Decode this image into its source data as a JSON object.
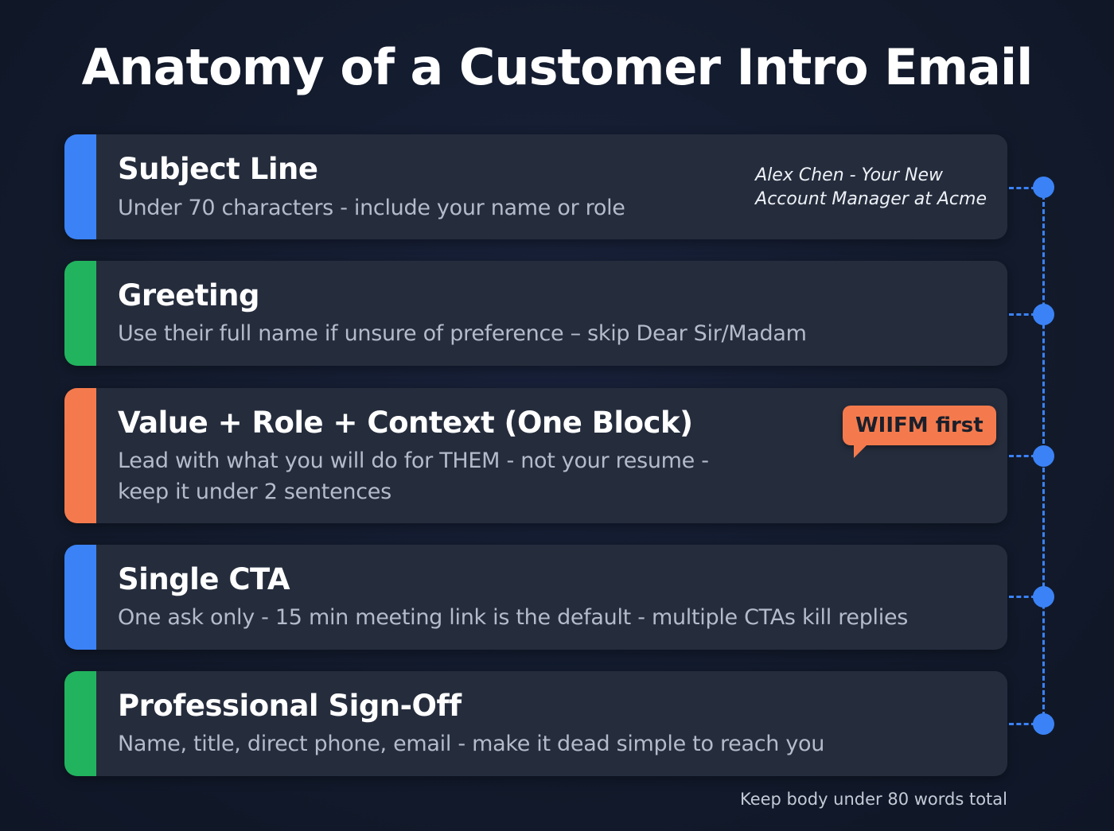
{
  "title": "Anatomy of a Customer Intro Email",
  "colors": {
    "blue": "#3b82f6",
    "green": "#22b35e",
    "orange": "#f47a4d",
    "card": "#252d3d",
    "background": "#121a2b"
  },
  "sections": [
    {
      "title": "Subject Line",
      "description": "Under 70 characters - include your name or role",
      "accent": "blue",
      "example_line1": "Alex Chen - Your New",
      "example_line2": "Account Manager at Acme"
    },
    {
      "title": "Greeting",
      "description": "Use their full name if unsure of preference – skip Dear Sir/Madam",
      "accent": "green"
    },
    {
      "title": "Value + Role + Context (One Block)",
      "description_line1": "Lead with what you will do for THEM - not your resume -",
      "description_line2": "keep it under 2 sentences",
      "accent": "orange",
      "callout": "WIIFM first"
    },
    {
      "title": "Single CTA",
      "description": "One ask only - 15 min meeting link is the default - multiple CTAs kill replies",
      "accent": "blue"
    },
    {
      "title": "Professional Sign-Off",
      "description": "Name, title, direct phone, email - make it dead simple to reach you",
      "accent": "green"
    }
  ],
  "footer_note": "Keep body under 80 words total"
}
